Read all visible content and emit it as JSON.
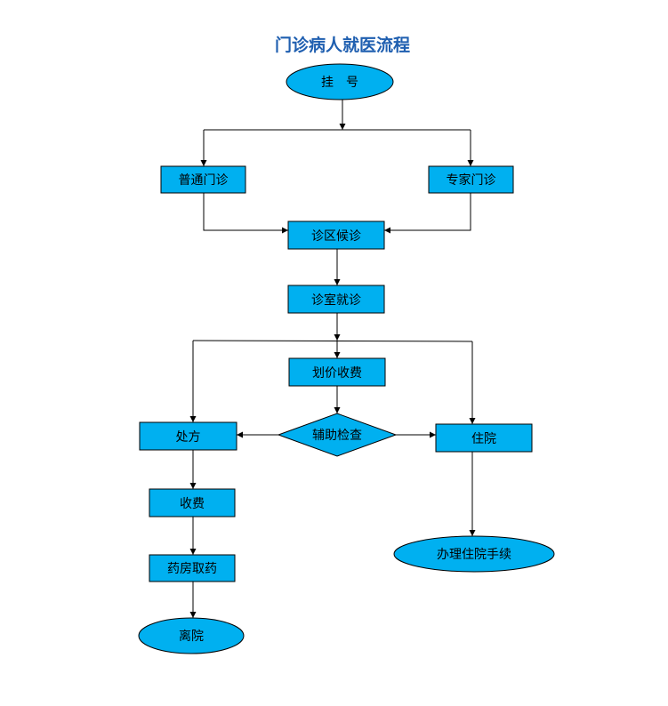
{
  "title": "门诊病人就医流程",
  "colors": {
    "node_fill": "#00b0f0",
    "stroke": "#000000",
    "title": "#1f5fb0"
  },
  "nodes": {
    "register": "挂　号",
    "general_clinic": "普通门诊",
    "expert_clinic": "专家门诊",
    "waiting_area": "诊区候诊",
    "consultation": "诊室就诊",
    "pricing_payment": "划价收费",
    "auxiliary_exam": "辅助检查",
    "prescription": "处方",
    "hospitalization": "住院",
    "payment": "收费",
    "pharmacy": "药房取药",
    "admission_procedures": "办理住院手续",
    "discharge": "离院"
  }
}
